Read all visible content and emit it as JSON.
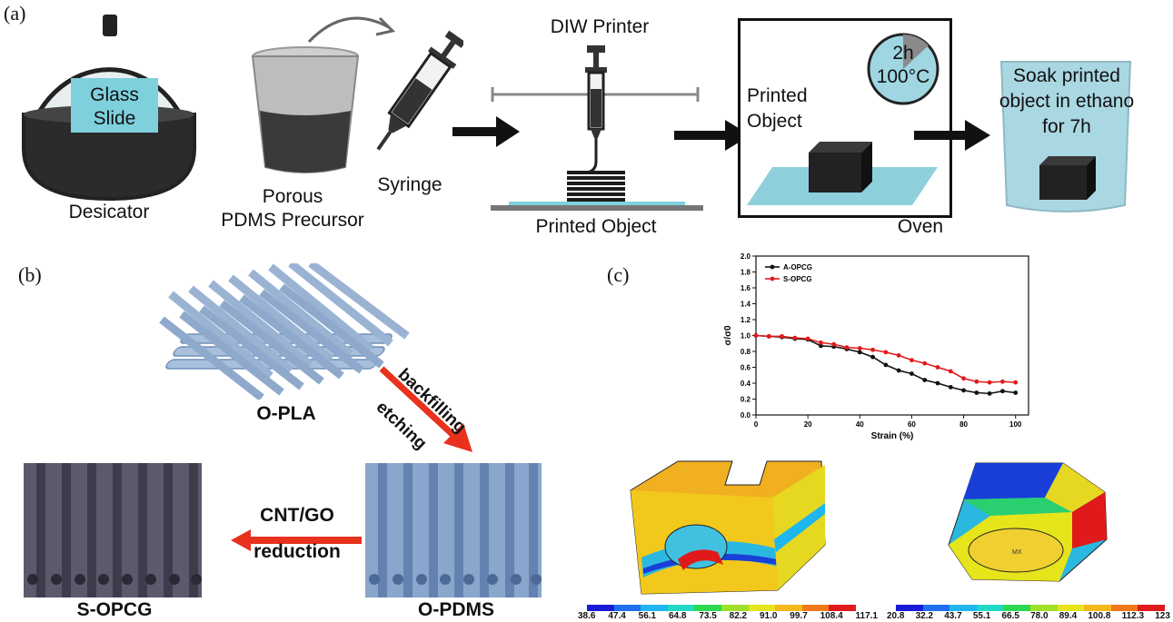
{
  "panel_labels": {
    "a": "(a)",
    "b": "(b)",
    "c": "(c)"
  },
  "panel_a": {
    "glass_slide_line1": "Glass",
    "glass_slide_line2": "Slide",
    "desicator": "Desicator",
    "precursor_line1": "Porous",
    "precursor_line2": "PDMS Precursor",
    "syringe": "Syringe",
    "diw_printer": "DIW Printer",
    "printed_object_bottom": "Printed Object",
    "printed_object_line1": "Printed",
    "printed_object_line2": "Object",
    "oven_time": "2h",
    "oven_temp": "100°C",
    "oven": "Oven",
    "soak_line1": "Soak printed",
    "soak_line2": "object in ethano",
    "soak_line3": "for 7h"
  },
  "panel_b": {
    "o_pla": "O-PLA",
    "backfilling": "backfilling",
    "etching": "etching",
    "cnt_go": "CNT/GO",
    "reduction": "reduction",
    "s_opcg": "S-OPCG",
    "o_pdms": "O-PDMS"
  },
  "colors": {
    "glass": "#7fd0dd",
    "dark": "#1e1e1e",
    "series_a": "#111111",
    "series_s": "#e31a1c",
    "arrow_red": "#e8321e",
    "pla_blue": "#9fb8d6",
    "pdms_blue": "#7f9fc7",
    "opcg_gray": "#555566"
  },
  "chart_data": {
    "type": "line",
    "xlabel": "Strain (%)",
    "ylabel": "σ/σ0",
    "xlim": [
      0,
      105
    ],
    "ylim": [
      0,
      2.0
    ],
    "xticks": [
      "0",
      "20",
      "40",
      "60",
      "80",
      "100"
    ],
    "yticks": [
      "0.0",
      "0.2",
      "0.4",
      "0.6",
      "0.8",
      "1.0",
      "1.2",
      "1.4",
      "1.6",
      "1.8",
      "2.0"
    ],
    "legend_position": "top-left",
    "series": [
      {
        "name": "A-OPCG",
        "x": [
          0,
          5,
          10,
          15,
          20,
          25,
          30,
          35,
          40,
          45,
          50,
          55,
          60,
          65,
          70,
          75,
          80,
          85,
          90,
          95,
          100
        ],
        "values": [
          1.0,
          0.99,
          0.98,
          0.96,
          0.95,
          0.87,
          0.86,
          0.83,
          0.79,
          0.73,
          0.63,
          0.56,
          0.52,
          0.44,
          0.4,
          0.35,
          0.31,
          0.28,
          0.27,
          0.3,
          0.28
        ]
      },
      {
        "name": "S-OPCG",
        "x": [
          0,
          5,
          10,
          15,
          20,
          25,
          30,
          35,
          40,
          45,
          50,
          55,
          60,
          65,
          70,
          75,
          80,
          85,
          90,
          95,
          100
        ],
        "values": [
          1.0,
          0.99,
          0.99,
          0.97,
          0.96,
          0.91,
          0.89,
          0.85,
          0.84,
          0.82,
          0.79,
          0.75,
          0.69,
          0.65,
          0.6,
          0.55,
          0.46,
          0.42,
          0.41,
          0.42,
          0.41
        ]
      }
    ]
  },
  "colorbars": {
    "left": [
      "38.6",
      "47.4",
      "56.1",
      "64.8",
      "73.5",
      "82.2",
      "91.0",
      "99.7",
      "108.4",
      "117.1"
    ],
    "right": [
      "20.8",
      "32.2",
      "43.7",
      "55.1",
      "66.5",
      "78.0",
      "89.4",
      "100.8",
      "112.3",
      "123"
    ],
    "palette": [
      "#1a1ad8",
      "#1f6ff0",
      "#1fb6f0",
      "#22d8c8",
      "#2cd850",
      "#9fe028",
      "#e6e41a",
      "#f5b81a",
      "#f07a1a",
      "#e01a1a"
    ]
  },
  "fea_label": "MX"
}
